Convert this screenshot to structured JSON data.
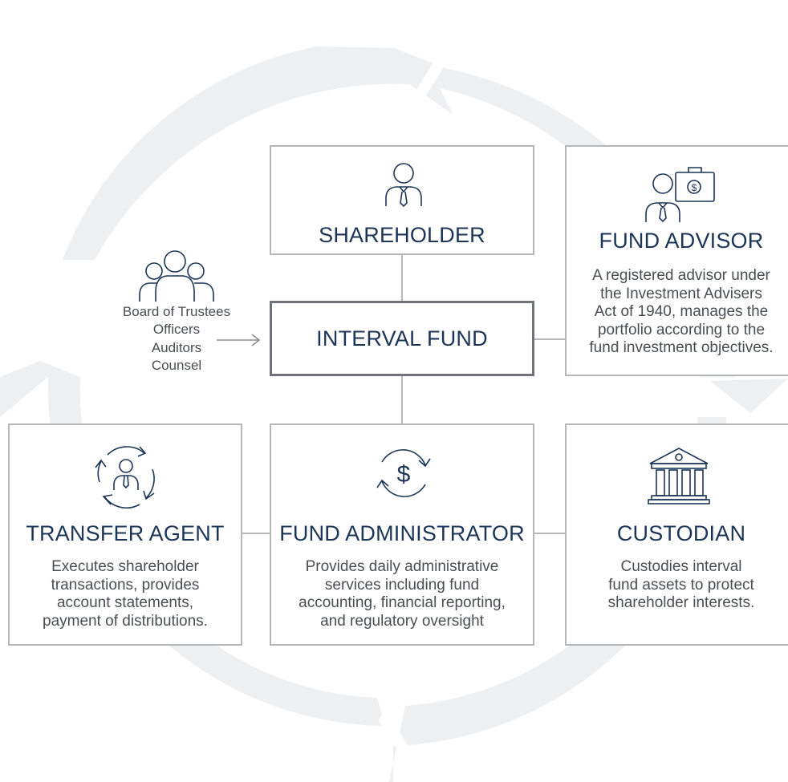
{
  "center": {
    "title": "INTERVAL FUND"
  },
  "shareholder": {
    "title": "SHAREHOLDER"
  },
  "fund_advisor": {
    "title": "FUND ADVISOR",
    "desc_lines": [
      "A registered advisor under",
      "the Investment Advisers",
      "Act of 1940, manages the",
      "portfolio according to the",
      "fund investment objectives."
    ]
  },
  "board": {
    "lines": [
      "Board of Trustees",
      "Officers",
      "Auditors",
      "Counsel"
    ]
  },
  "transfer_agent": {
    "title": "TRANSFER AGENT",
    "desc_lines": [
      "Executes shareholder",
      "transactions, provides",
      "account statements,",
      "payment of distributions."
    ]
  },
  "fund_administrator": {
    "title": "FUND ADMINISTRATOR",
    "desc_lines": [
      "Provides daily administrative",
      "services including fund",
      "accounting, financial reporting,",
      "and regulatory oversight"
    ]
  },
  "custodian": {
    "title": "CUSTODIAN",
    "desc_lines": [
      "Custodies interval",
      "fund assets to protect",
      "shareholder interests."
    ]
  },
  "icons": {
    "shareholder": "person-tie-icon",
    "fund_advisor": "person-briefcase-dollar-icon",
    "board": "group-people-icon",
    "transfer_agent": "person-cycle-arrows-icon",
    "fund_administrator": "dollar-cycle-arrows-icon",
    "custodian": "bank-building-icon"
  },
  "colors": {
    "title": "#1c3557",
    "body_text": "#4a4d52",
    "box_border": "#b4b6b9",
    "center_border": "#6f7276",
    "cycle_background": "#eeeff1"
  }
}
